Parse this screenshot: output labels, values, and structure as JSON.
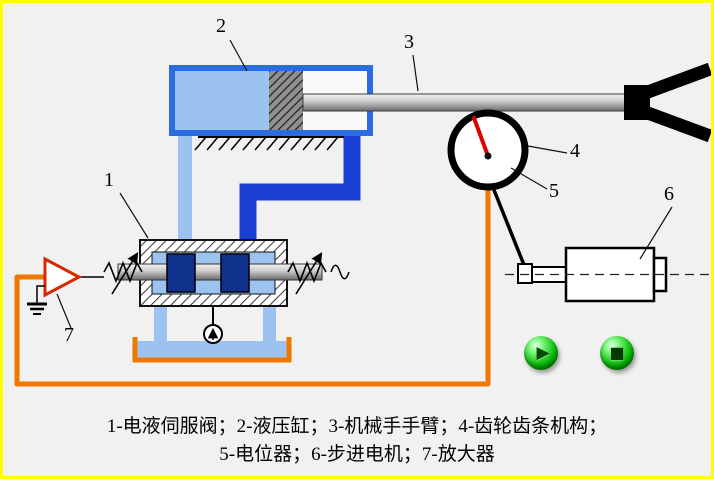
{
  "scene": {
    "labels": [
      "1",
      "2",
      "3",
      "4",
      "5",
      "6",
      "7"
    ],
    "caption": {
      "line1": "1-电液伺服阀；2-液压缸；3-机械手手臂；4-齿轮齿条机构；",
      "line2": "5-电位器；6-步进电机；7-放大器"
    },
    "controls": {
      "play_icon": "▶",
      "stop_icon": "■"
    },
    "components": {
      "c1": "电液伺服阀",
      "c2": "液压缸",
      "c3": "机械手手臂",
      "c4": "齿轮齿条机构",
      "c5": "电位器",
      "c6": "步进电机",
      "c7": "放大器"
    },
    "colors": {
      "frame_yellow": "#ffff00",
      "background": "#f1f1f1",
      "pipe_light_blue": "#9cc3ef",
      "pipe_dark_blue": "#1a3fd4",
      "cylinder_blue": "#2b6de0",
      "wire_orange": "#f07800",
      "needle_red": "#e00000",
      "spool_land_navy": "#10328c",
      "amp_red": "#d42a00",
      "button_green": "#00a000"
    }
  }
}
